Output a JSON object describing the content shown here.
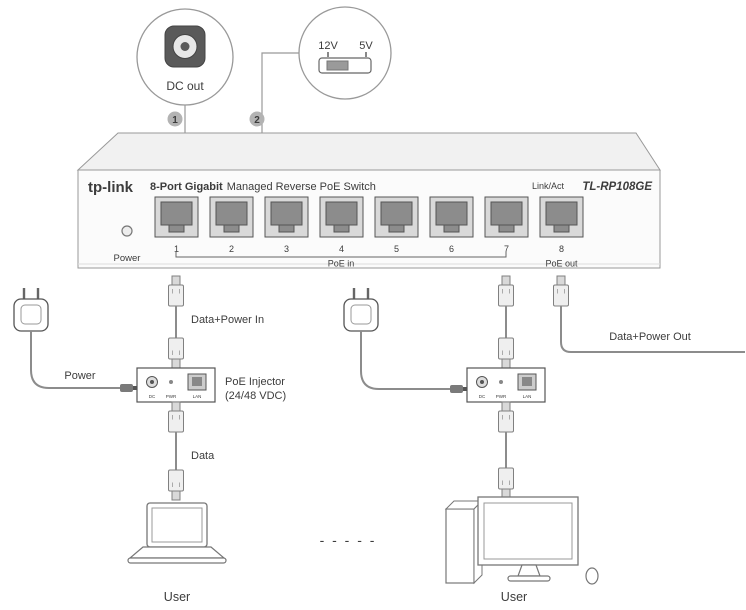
{
  "callout_dc": {
    "badge": "1",
    "label": "DC out"
  },
  "callout_voltage": {
    "badge": "2",
    "left_label": "12V",
    "right_label": "5V"
  },
  "switch": {
    "brand": "tp-link",
    "title_bold": "8-Port Gigabit",
    "title_rest": "Managed Reverse PoE Switch",
    "link_act": "Link/Act",
    "model": "TL-RP108GE",
    "power_label": "Power",
    "ports": [
      "1",
      "2",
      "3",
      "4",
      "5",
      "6",
      "7",
      "8"
    ],
    "poe_in": "PoE in",
    "poe_out": "PoE out"
  },
  "injector_ports": {
    "dc": "DC",
    "pwr": "PWR",
    "lan": "LAN"
  },
  "labels": {
    "data_power_in": "Data+Power In",
    "power": "Power",
    "injector_title": "PoE Injector",
    "injector_subtitle": "(24/48 VDC)",
    "data": "Data",
    "data_power_out": "Data+Power Out",
    "dots": "- - - - -",
    "user_left": "User",
    "user_right": "User"
  },
  "colors": {
    "line_gray": "#8c8c8c",
    "device_outline": "#666666",
    "badge_gray": "#b3b3b3",
    "text_dark": "#3c3c3c"
  }
}
